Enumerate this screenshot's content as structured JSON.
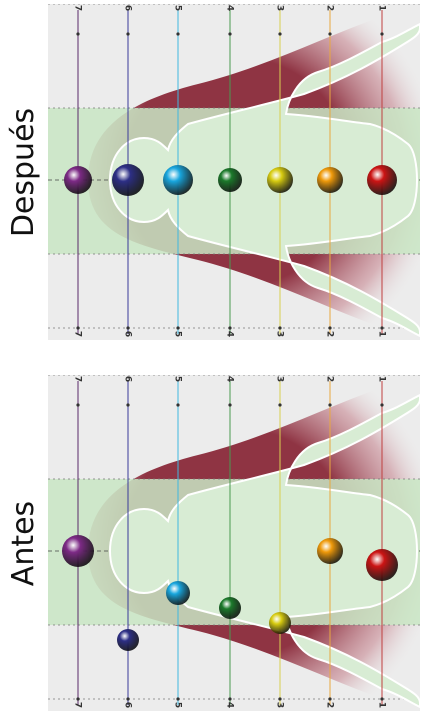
{
  "labels": {
    "after": "Después",
    "before": "Antes"
  },
  "level_numbers": [
    "7",
    "6",
    "5",
    "4",
    "3",
    "2",
    "1"
  ],
  "chakra_colors": [
    "#7d2a86",
    "#2d2f86",
    "#18a6de",
    "#1c7a2b",
    "#d8cc10",
    "#f09a0a",
    "#cc1414"
  ],
  "line_colors": [
    "#5a2a6a",
    "#3a3a9a",
    "#40b7e0",
    "#4a9a50",
    "#d8d050",
    "#e8a840",
    "#c04040"
  ],
  "background": {
    "green_band": "#c9e6c4",
    "figure": "#d8ecd4",
    "aura": "#8a2a3a",
    "outside": "#ececec"
  }
}
